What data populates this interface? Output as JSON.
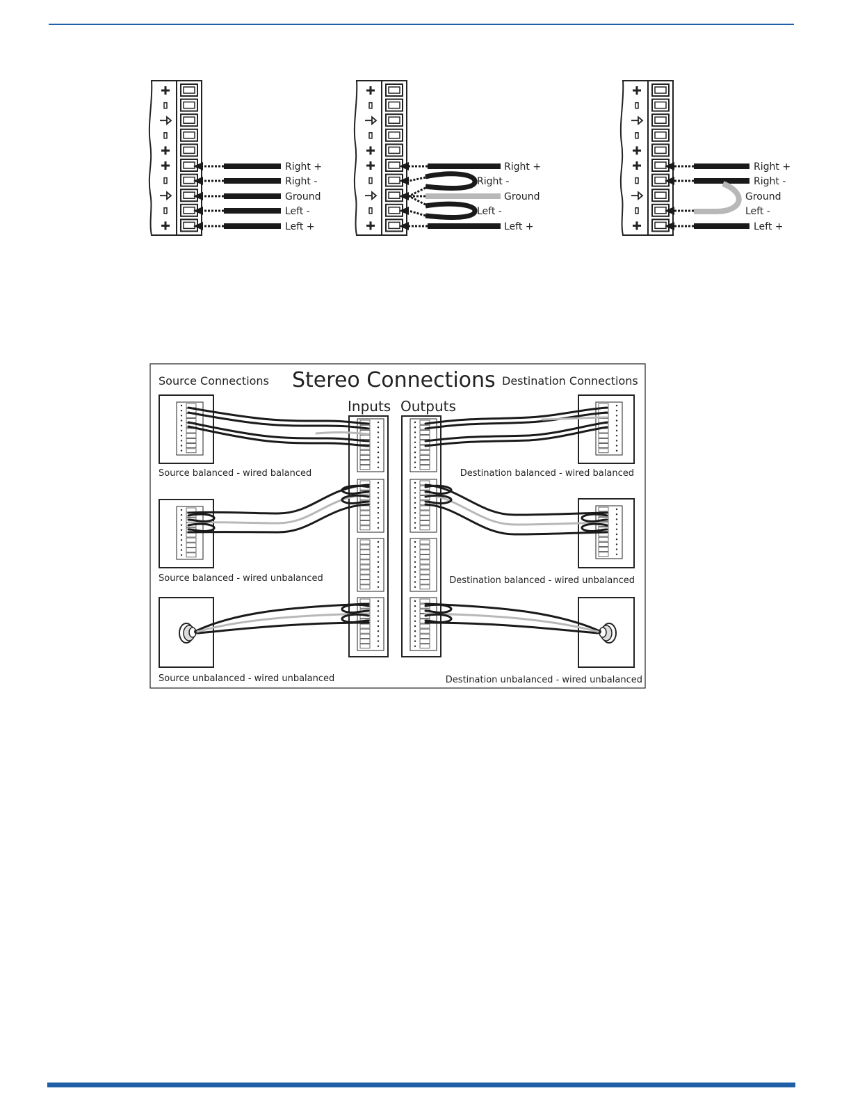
{
  "theme": {
    "rule_color": "#1f5fa8",
    "wire_black": "#1a1a1a",
    "wire_gray": "#b8b8b8"
  },
  "wiring_labels": [
    {
      "right_plus": "Right +",
      "right_minus": "Right -",
      "ground": "Ground",
      "left_minus": "Left -",
      "left_plus": "Left +"
    },
    {
      "right_plus": "Right +",
      "right_minus": "Right -",
      "ground": "Ground",
      "left_minus": "Left -",
      "left_plus": "Left +"
    },
    {
      "right_plus": "Right +",
      "right_minus": "Right -",
      "ground": "Ground",
      "left_minus": "Left -",
      "left_plus": "Left +"
    }
  ],
  "stereo": {
    "title": "Stereo Connections",
    "source_heading": "Source Connections",
    "destination_heading": "Destination Connections",
    "inputs_label": "Inputs",
    "outputs_label": "Outputs",
    "captions": {
      "src_bal_bal": "Source balanced - wired balanced",
      "src_bal_unbal": "Source balanced - wired unbalanced",
      "src_unbal_unbal": "Source unbalanced - wired unbalanced",
      "dst_bal_bal": "Destination balanced - wired balanced",
      "dst_bal_unbal": "Destination balanced - wired unbalanced",
      "dst_unbal_unbal": "Destination unbalanced - wired unbalanced"
    }
  }
}
